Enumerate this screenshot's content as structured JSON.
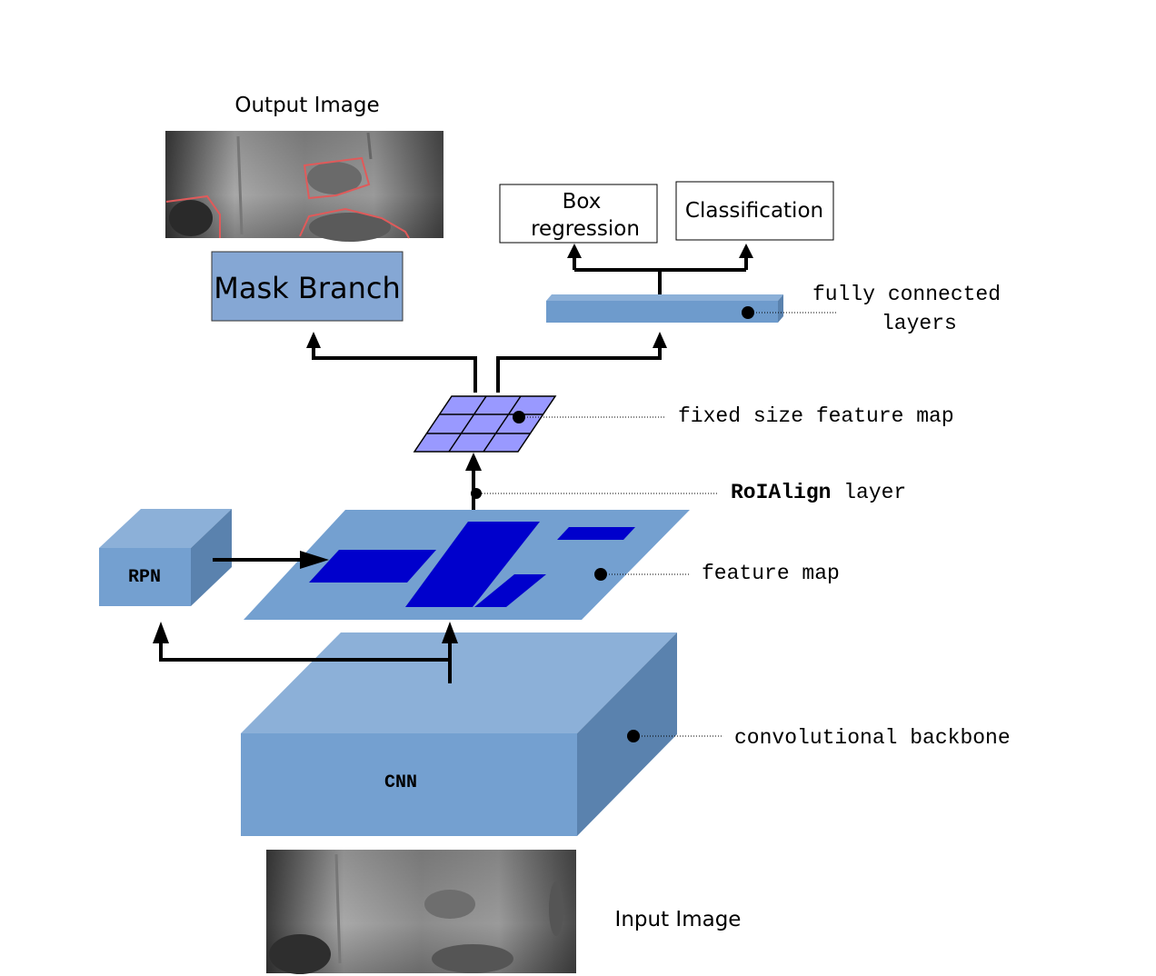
{
  "labels": {
    "output_image": "Output Image",
    "input_image": "Input Image",
    "mask_branch": "Mask Branch",
    "box_regression_line1": "Box",
    "box_regression_line2": "regression",
    "classification": "Classification",
    "rpn": "RPN",
    "cnn": "CNN"
  },
  "annotations": {
    "fully_connected_line1": "fully connected",
    "fully_connected_line2": "layers",
    "fixed_size_feature_map": "fixed size feature map",
    "roialign_bold": "RoIAlign",
    "roialign_rest": " layer",
    "feature_map": "feature map",
    "convolutional_backbone": "convolutional backbone"
  },
  "colors": {
    "box_front": "#74a0d0",
    "box_top": "#8cb0d8",
    "box_side": "#5a82ae",
    "feature_map": "#74a0d0",
    "roi": "#0000cc",
    "fixed_map": "#9999ff",
    "mask_branch_fill": "#85a7d4",
    "fc_layer": "#6e9bcc"
  }
}
